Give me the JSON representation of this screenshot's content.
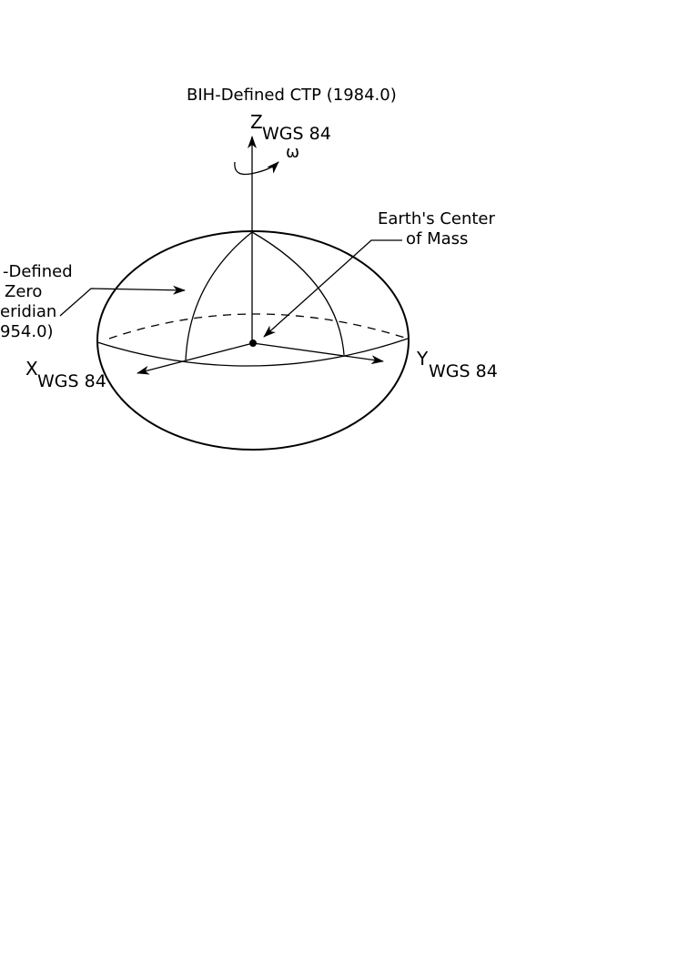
{
  "labels": {
    "ctp": "BIH-Defined CTP (1984.0)",
    "z_axis": "Z",
    "z_sub": "WGS 84",
    "omega": "ω",
    "center": {
      "line1": "Earth's Center",
      "line2": "of Mass"
    },
    "zero_meridian": {
      "line1": "-Defined",
      "line2": "Zero",
      "line3": "eridian",
      "line4": "954.0)"
    },
    "x_axis": "X",
    "x_sub": "WGS 84",
    "y_axis": "Y",
    "y_sub": "WGS 84"
  }
}
